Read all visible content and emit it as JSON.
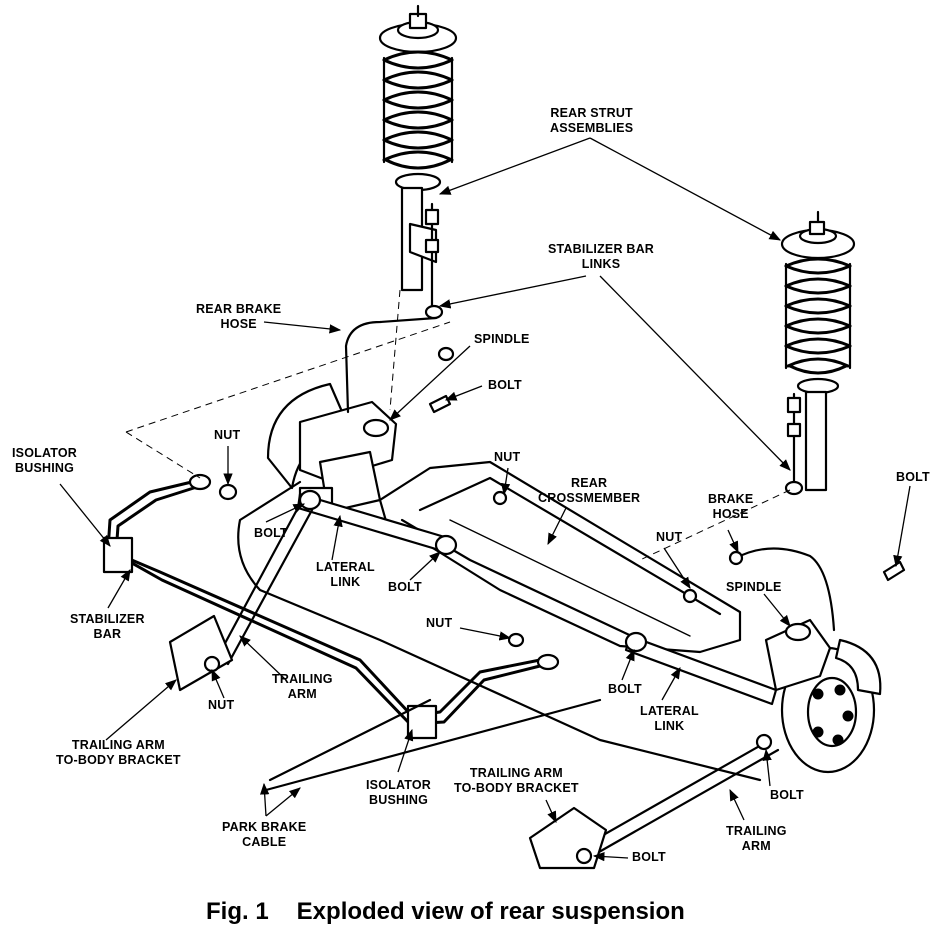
{
  "labels": {
    "rear_strut_assemblies": [
      "REAR STRUT",
      "ASSEMBLIES"
    ],
    "stabilizer_bar_links": [
      "STABILIZER BAR",
      "LINKS"
    ],
    "rear_brake_hose": [
      "REAR BRAKE",
      "HOSE"
    ],
    "spindle_left": "SPINDLE",
    "bolt_spindle": "BOLT",
    "isolator_bushing_left": [
      "ISOLATOR",
      "BUSHING"
    ],
    "nut_left_top": "NUT",
    "nut_crossmember": "NUT",
    "rear_crossmember": [
      "REAR",
      "CROSSMEMBER"
    ],
    "bolt_right_top": "BOLT",
    "brake_hose": [
      "BRAKE",
      "HOSE"
    ],
    "bolt_left_lateral": "BOLT",
    "lateral_link_left": [
      "LATERAL",
      "LINK"
    ],
    "bolt_lateral_center": "BOLT",
    "nut_right_center": "NUT",
    "spindle_right": "SPINDLE",
    "stabilizer_bar": [
      "STABILIZER",
      "BAR"
    ],
    "nut_center": "NUT",
    "trailing_arm_left": [
      "TRAILING",
      "ARM"
    ],
    "nut_bracket_left": "NUT",
    "bolt_right_lateral": "BOLT",
    "lateral_link_right": [
      "LATERAL",
      "LINK"
    ],
    "trailing_arm_bracket_left": [
      "TRAILING ARM",
      "TO-BODY BRACKET"
    ],
    "isolator_bushing_center": [
      "ISOLATOR",
      "BUSHING"
    ],
    "trailing_arm_bracket_right": [
      "TRAILING ARM",
      "TO-BODY BRACKET"
    ],
    "bolt_trailing_right": "BOLT",
    "park_brake_cable": [
      "PARK BRAKE",
      "CABLE"
    ],
    "trailing_arm_right": [
      "TRAILING",
      "ARM"
    ],
    "bolt_bracket_right": "BOLT"
  },
  "caption": {
    "number": "Fig. 1",
    "title": "Exploded view of rear suspension"
  }
}
